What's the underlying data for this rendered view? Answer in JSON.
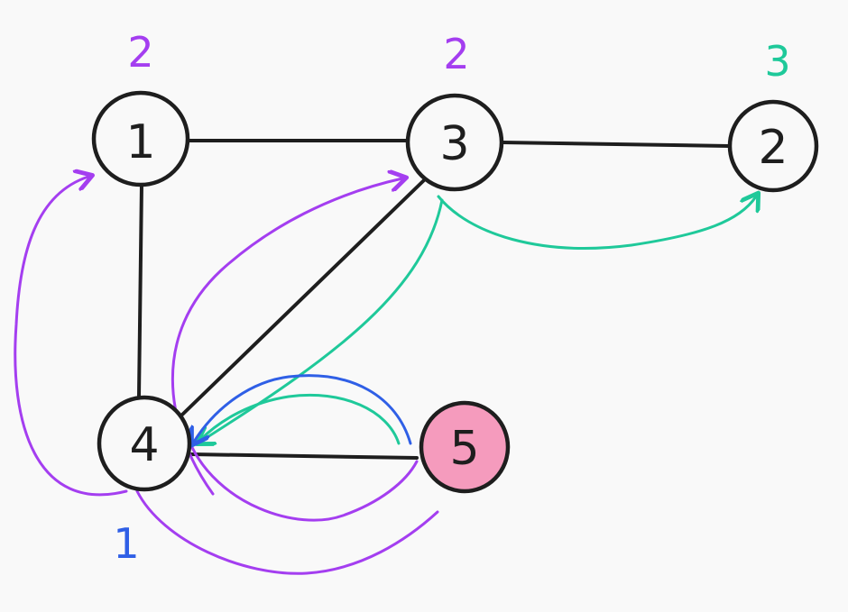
{
  "colors": {
    "background": "#f9f9f9",
    "ink": "#1e1e1e",
    "purple": "#a43ef0",
    "green": "#1fc99a",
    "blue": "#2f5fe6",
    "highlight_fill": "#f59bbd"
  },
  "nodes": [
    {
      "id": "node-1",
      "label": "1",
      "highlighted": false
    },
    {
      "id": "node-3",
      "label": "3",
      "highlighted": false
    },
    {
      "id": "node-2",
      "label": "2",
      "highlighted": false
    },
    {
      "id": "node-4",
      "label": "4",
      "highlighted": false
    },
    {
      "id": "node-5",
      "label": "5",
      "highlighted": true
    }
  ],
  "edges": [
    {
      "from": "1",
      "to": "3"
    },
    {
      "from": "3",
      "to": "2"
    },
    {
      "from": "1",
      "to": "4"
    },
    {
      "from": "3",
      "to": "4"
    },
    {
      "from": "4",
      "to": "5"
    }
  ],
  "annotations": {
    "node_1": "2",
    "node_3": "2",
    "node_2": "3",
    "node_4": "1"
  }
}
